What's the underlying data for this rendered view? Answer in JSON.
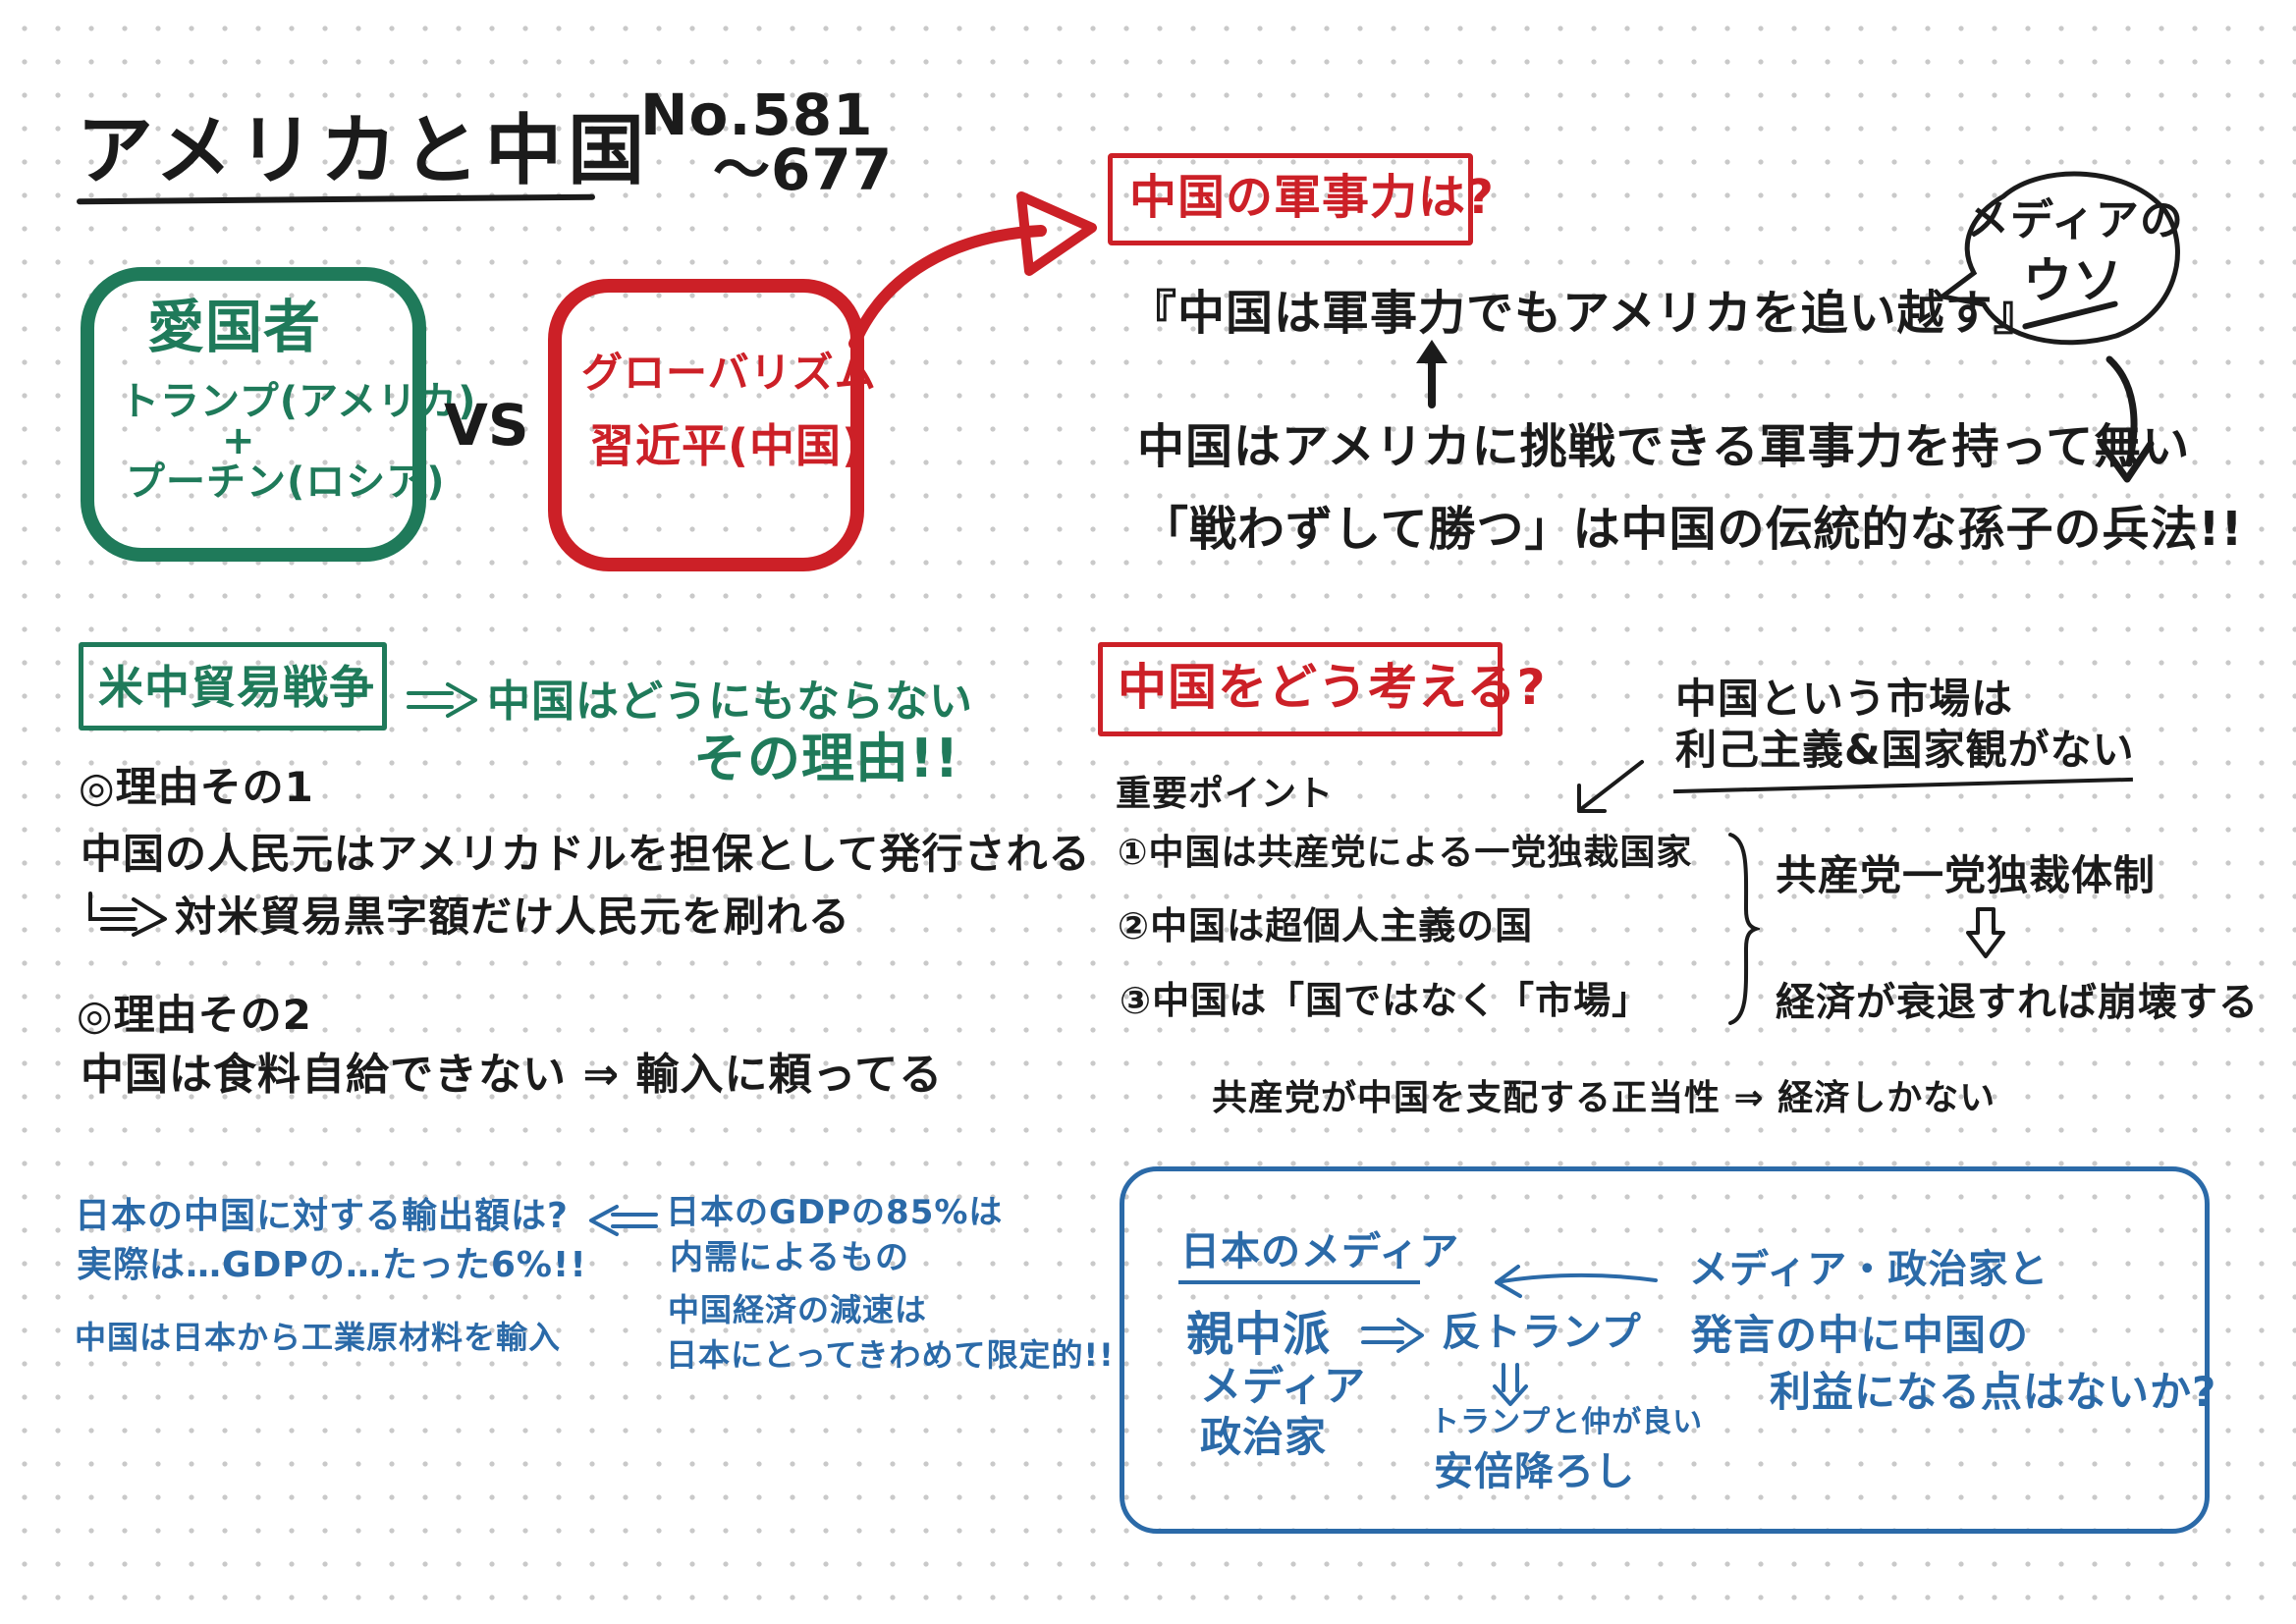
{
  "title": {
    "main": "アメリカと中国",
    "episode_line_1": "No.581",
    "episode_line_2": "〜677"
  },
  "patriots": {
    "heading": "愛国者",
    "line_1": "トランプ(アメリカ)",
    "plus": "+",
    "line_2": "プーチン(ロシア)"
  },
  "versus": "VS",
  "globalism": {
    "heading": "グローバリズム",
    "line_2": "習近平(中国)"
  },
  "military": {
    "heading": "中国の軍事力は?",
    "media_lie_1": "メディアの",
    "media_lie_2": "ウソ",
    "claim": "『中国は軍事力でもアメリカを追い越す』",
    "fact_1": "中国はアメリカに挑戦できる軍事力を持って無い",
    "fact_2": "「戦わずして勝つ」は中国の伝統的な孫子の兵法!!"
  },
  "trade_war": {
    "heading": "米中貿易戦争",
    "result": "中国はどうにもならない",
    "reason": "その理由!!",
    "reason_1_heading": "◎理由その1",
    "reason_1_text": "中国の人民元はアメリカドルを担保として発行される",
    "reason_1_sub": "対米貿易黒字額だけ人民元を刷れる",
    "reason_2_heading": "◎理由その2",
    "reason_2_text": "中国は食料自給できない ⇒ 輸入に頼ってる"
  },
  "japan_exports": {
    "question": "日本の中国に対する輸出額は?",
    "answer": "実際は…GDPの…たった6%!!",
    "materials": "中国は日本から工業原材料を輸入",
    "gdp_line_1": "日本のGDPの85%は",
    "gdp_line_2": "内需によるもの",
    "gdp_line_3": "中国経済の減速は",
    "gdp_line_4": "日本にとってきわめて限定的!!"
  },
  "china_thinking": {
    "heading": "中国をどう考える?",
    "market_note_1": "中国という市場は",
    "market_note_2": "利己主義&国家観がない",
    "key_points_heading": "重要ポイント",
    "point_1": "①中国は共産党による一党独裁国家",
    "point_2": "②中国は超個人主義の国",
    "point_3": "③中国は「国ではなく「市場」",
    "dictatorship": "共産党一党独裁体制",
    "collapse": "経済が衰退すれば崩壊する",
    "legitimacy": "共産党が中国を支配する正当性 ⇒ 経済しかない"
  },
  "japan_media": {
    "heading": "日本のメディア",
    "pro_china_1": "親中派",
    "pro_china_2": "メディア",
    "pro_china_3": "政治家",
    "anti_trump": "反トランプ",
    "abe_1": "トランプと仲が良い",
    "abe_2": "安倍降ろし",
    "politician_1": "メディア・政治家と",
    "politician_2": "発言の中に中国の",
    "politician_3": "利益になる点はないか?"
  },
  "colors": {
    "green": "#1f7a5a",
    "red": "#cc2027",
    "blue": "#2b6aa8",
    "ink": "#1b1b1b"
  }
}
